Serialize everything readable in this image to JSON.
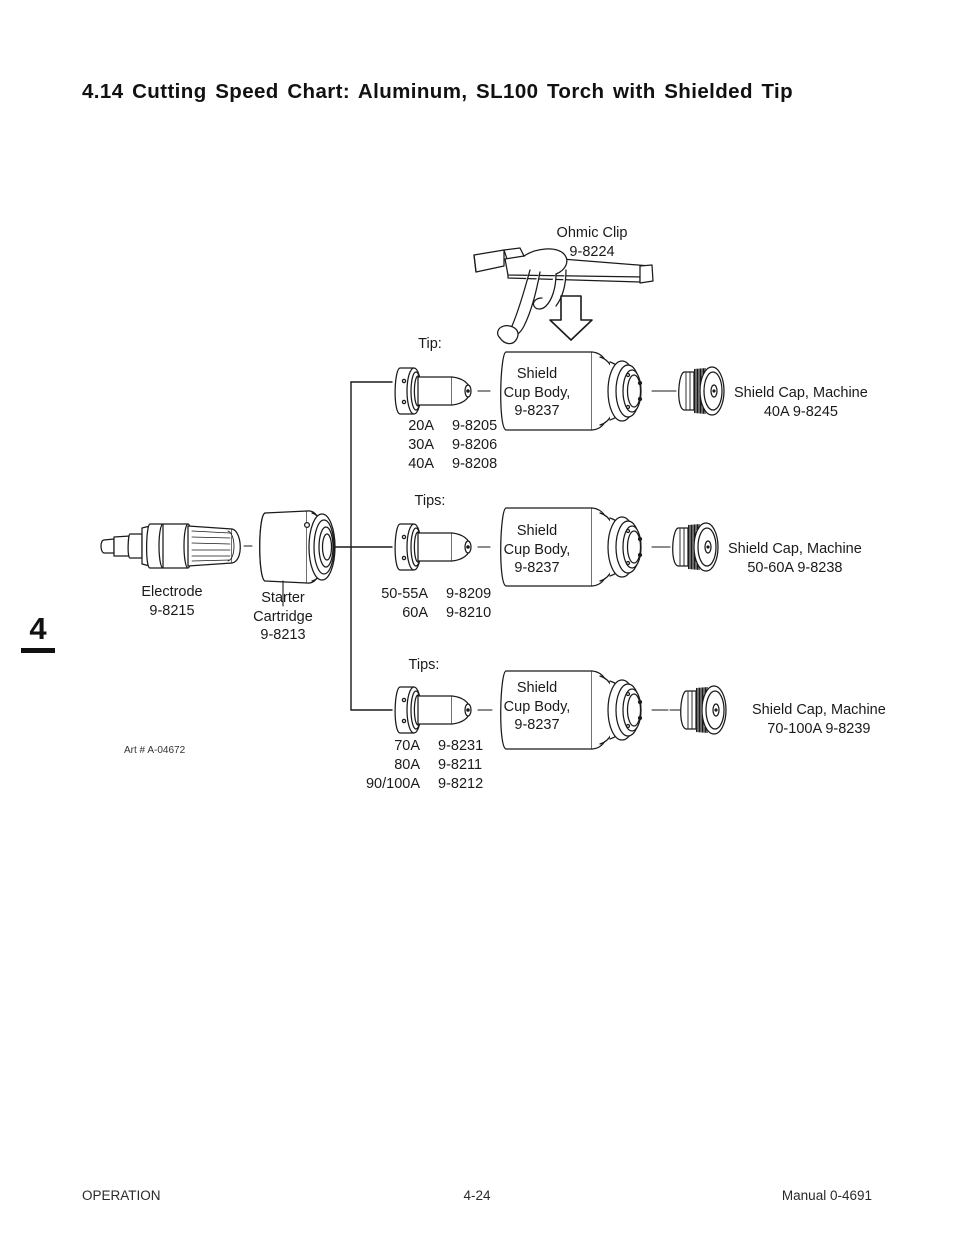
{
  "page": {
    "title": "4.14  Cutting Speed Chart: Aluminum, SL100 Torch with Shielded Tip",
    "chapter_marker": "4",
    "art_number": "Art # A-04672"
  },
  "footer": {
    "left": "OPERATION",
    "center": "4-24",
    "right": "Manual 0-4691"
  },
  "diagram": {
    "ohmic_clip": {
      "label": "Ohmic Clip",
      "part_number": "9-8224"
    },
    "electrode": {
      "label": "Electrode",
      "part_number": "9-8215"
    },
    "starter_cartridge": {
      "label_line1": "Starter",
      "label_line2": "Cartridge",
      "part_number": "9-8213"
    },
    "rows": [
      {
        "tip_heading": "Tip:",
        "tips": [
          {
            "amps": "20A",
            "part_number": "9-8205"
          },
          {
            "amps": "30A",
            "part_number": "9-8206"
          },
          {
            "amps": "40A",
            "part_number": "9-8208"
          }
        ],
        "shield_cup_body": {
          "line1": "Shield",
          "line2": "Cup Body,",
          "part_number": "9-8237"
        },
        "shield_cap": {
          "label": "Shield Cap, Machine",
          "rating_and_part": "40A  9-8245"
        }
      },
      {
        "tip_heading": "Tips:",
        "tips": [
          {
            "amps": "50-55A",
            "part_number": "9-8209"
          },
          {
            "amps": "60A",
            "part_number": "9-8210"
          }
        ],
        "shield_cup_body": {
          "line1": "Shield",
          "line2": "Cup Body,",
          "part_number": "9-8237"
        },
        "shield_cap": {
          "label": "Shield Cap, Machine",
          "rating_and_part": "50-60A  9-8238"
        }
      },
      {
        "tip_heading": "Tips:",
        "tips": [
          {
            "amps": "70A",
            "part_number": "9-8231"
          },
          {
            "amps": "80A",
            "part_number": "9-8211"
          },
          {
            "amps": "90/100A",
            "part_number": "9-8212"
          }
        ],
        "shield_cup_body": {
          "line1": "Shield",
          "line2": "Cup Body,",
          "part_number": "9-8237"
        },
        "shield_cap": {
          "label": "Shield Cap, Machine",
          "rating_and_part": "70-100A  9-8239"
        }
      }
    ]
  }
}
